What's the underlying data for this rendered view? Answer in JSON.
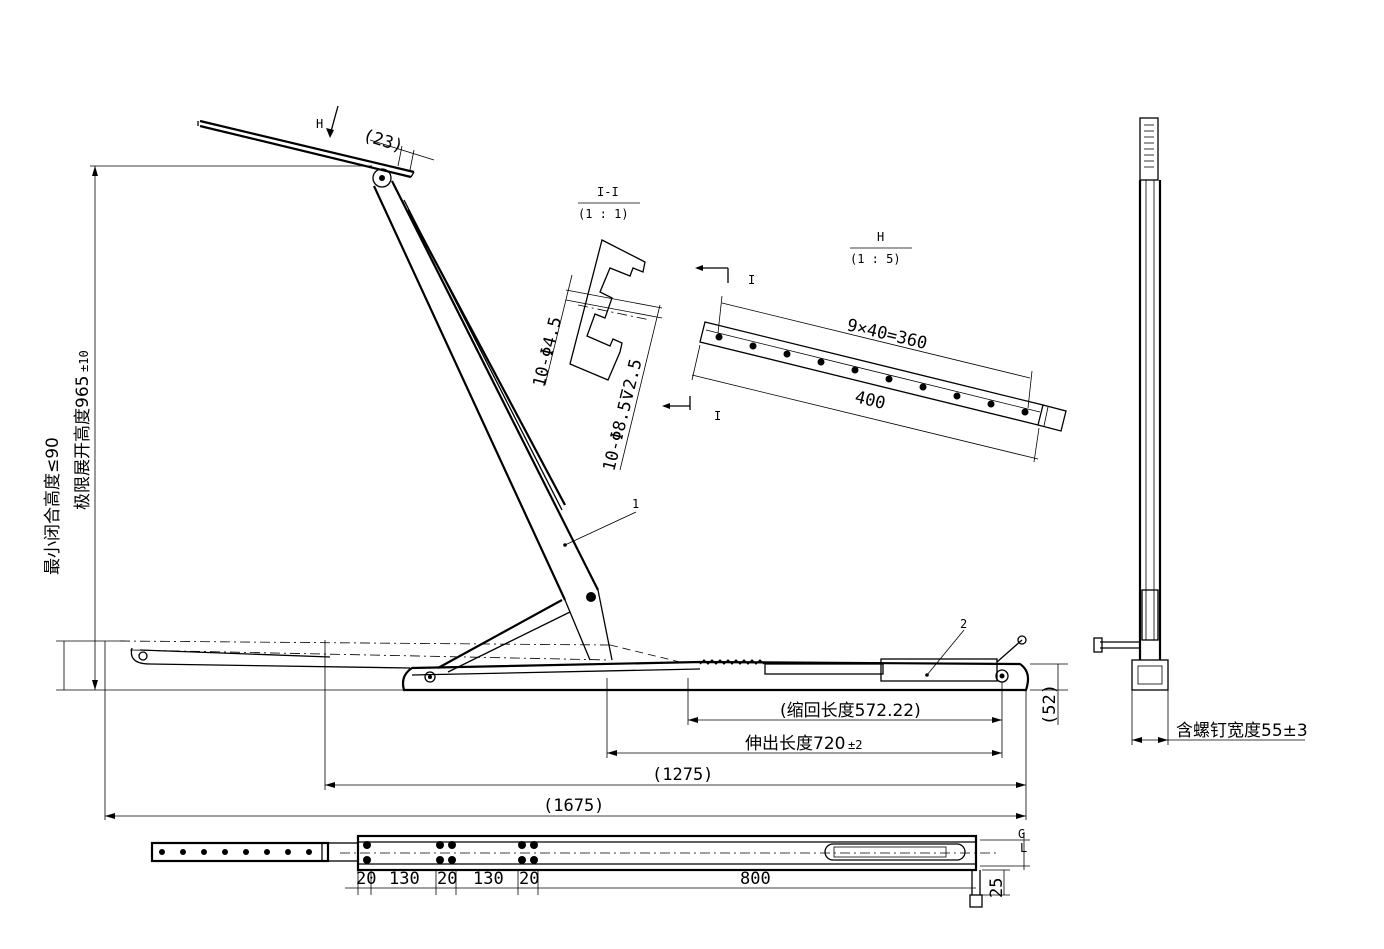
{
  "dimensions": {
    "tilt": "(23)",
    "section_title": "I-I",
    "section_scale": "(1 : 1)",
    "detail_title": "H",
    "detail_scale": "(1 : 5)",
    "view_H": "H",
    "section_mark_top": "I",
    "section_mark_bottom": "I",
    "hole_small": "10-Φ4.5",
    "hole_large": "10-Φ8.5⊽2.5",
    "hole_spacing": "9×40=360",
    "detail_length": "400",
    "retract_length": "(缩回长度572.22)",
    "extend_length": "伸出长度720",
    "extend_tol": "±2",
    "len_1275": "(1275)",
    "len_1675": "(1675)",
    "height_52": "(52)",
    "min_close": "最小闭合高度≤90",
    "max_open": "极限展开高度965",
    "max_open_tol": "±10",
    "width_55": "含螺钉宽度55±3",
    "part1": "1",
    "part2": "2",
    "d20a": "20",
    "d130a": "130",
    "d20b": "20",
    "d130b": "130",
    "d20c": "20",
    "d800": "800",
    "d25": "25",
    "letter_G": "G",
    "letter_L": "L"
  }
}
